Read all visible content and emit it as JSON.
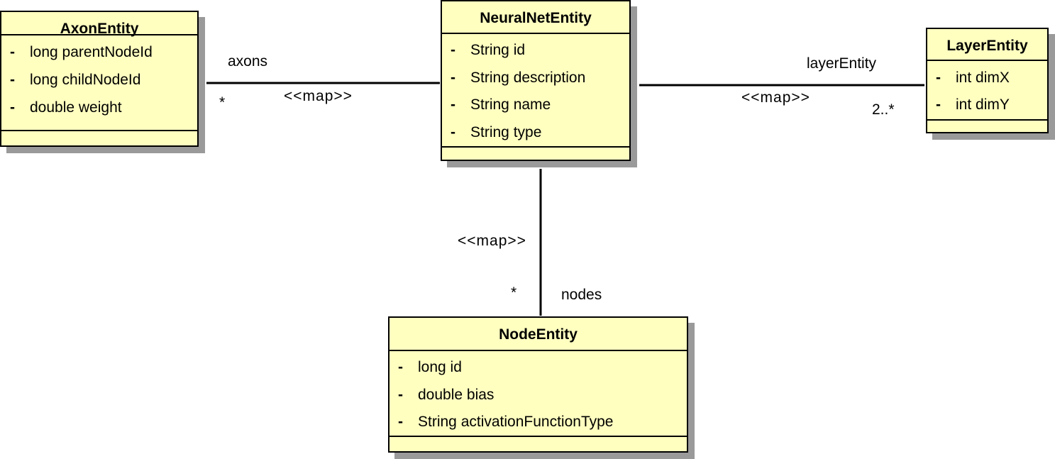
{
  "colors": {
    "box_fill": "#ffffc0",
    "shadow": "#9a9a9a",
    "line": "#000000"
  },
  "classes": {
    "axon": {
      "name": "AxonEntity",
      "attributes": [
        {
          "vis": "-",
          "text": "long parentNodeId"
        },
        {
          "vis": "-",
          "text": "long childNodeId"
        },
        {
          "vis": "-",
          "text": "double weight"
        }
      ]
    },
    "neuralnet": {
      "name": "NeuralNetEntity",
      "attributes": [
        {
          "vis": "-",
          "text": "String id"
        },
        {
          "vis": "-",
          "text": "String description"
        },
        {
          "vis": "-",
          "text": "String name"
        },
        {
          "vis": "-",
          "text": "String type"
        }
      ]
    },
    "layer": {
      "name": "LayerEntity",
      "attributes": [
        {
          "vis": "-",
          "text": "int dimX"
        },
        {
          "vis": "-",
          "text": "int dimY"
        }
      ]
    },
    "node": {
      "name": "NodeEntity",
      "attributes": [
        {
          "vis": "-",
          "text": "long id"
        },
        {
          "vis": "-",
          "text": "double bias"
        },
        {
          "vis": "-",
          "text": "String activationFunctionType"
        }
      ]
    }
  },
  "associations": {
    "axons": {
      "role": "axons",
      "multiplicity": "*",
      "stereotype": "<<map>>"
    },
    "layers": {
      "role": "layerEntity",
      "multiplicity": "2..*",
      "stereotype": "<<map>>"
    },
    "nodes": {
      "role": "nodes",
      "multiplicity": "*",
      "stereotype": "<<map>>"
    }
  }
}
